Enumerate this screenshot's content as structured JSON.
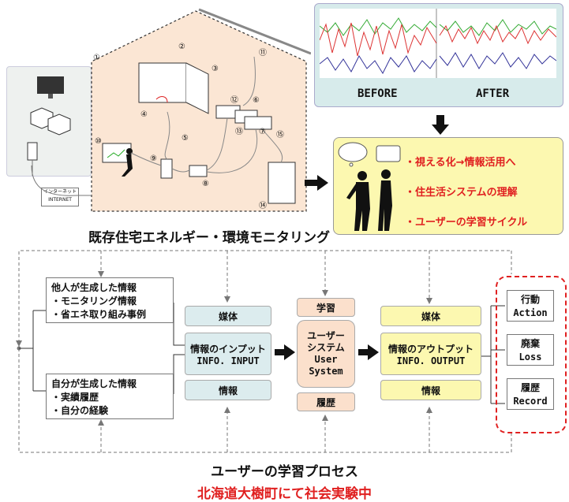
{
  "house": {
    "caption": "既存住宅エネルギー・環境モニタリング",
    "numbers": [
      "①",
      "②",
      "③",
      "④",
      "⑤",
      "⑥",
      "⑦",
      "⑧",
      "⑨",
      "⑩",
      "⑪",
      "⑫",
      "⑬",
      "⑭",
      "⑮"
    ],
    "internet_jp": "インターネット",
    "internet_en": "INTERNET"
  },
  "graph": {
    "before": "BEFORE",
    "after": "AFTER"
  },
  "yellow_panel": {
    "items": [
      "・視える化→情報活用へ",
      "・住生活システムの理解",
      "・ユーザーの学習サイクル"
    ]
  },
  "process": {
    "others_title": "他人が生成した情報",
    "others_items": [
      "・モニタリング情報",
      "・省エネ取り組み事例"
    ],
    "self_title": "自分が生成した情報",
    "self_items": [
      "・実績履歴",
      "・自分の経験"
    ],
    "input_media": "媒体",
    "input_title": "情報のインプット",
    "input_en": "INFO. INPUT",
    "input_info": "情報",
    "learning": "学習",
    "user_jp1": "ユーザー",
    "user_jp2": "システム",
    "user_en1": "User",
    "user_en2": "System",
    "history": "履歴",
    "output_media": "媒体",
    "output_title": "情報のアウトプット",
    "output_en": "INFO. OUTPUT",
    "output_info": "情報",
    "actions": [
      {
        "jp": "行動",
        "en": "Action"
      },
      {
        "jp": "廃棄",
        "en": "Loss"
      },
      {
        "jp": "履歴",
        "en": "Record"
      }
    ],
    "caption": "ユーザーの学習プロセス"
  },
  "footer": "北海道大樹町にて社会実験中",
  "colors": {
    "house_fill": "#fbe6d4",
    "yellow": "#fcf8b0",
    "blue": "#dcecee",
    "peach": "#fbe0cc",
    "red": "#e02020"
  }
}
